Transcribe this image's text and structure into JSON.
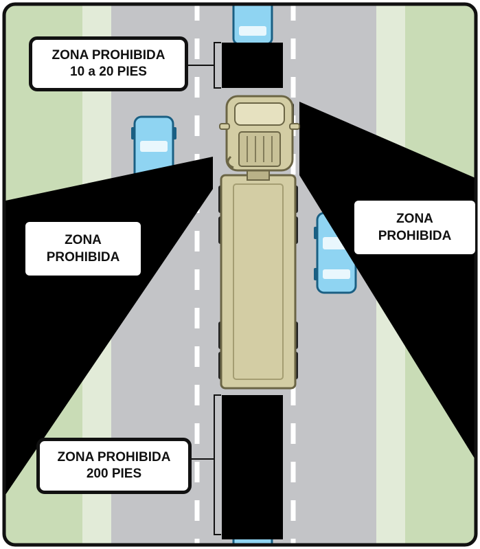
{
  "labels": {
    "front_zone": {
      "line1": "ZONA PROHIBIDA",
      "line2": "10 a 20 PIES"
    },
    "left_zone": {
      "line1": "ZONA",
      "line2": "PROHIBIDA"
    },
    "right_zone": {
      "line1": "ZONA",
      "line2": "PROHIBIDA"
    },
    "rear_zone": {
      "line1": "ZONA PROHIBIDA",
      "line2": "200 PIES"
    }
  },
  "colors": {
    "grass": "#c9dcb6",
    "shoulder": "#e2ebd8",
    "road": "#c3c4c7",
    "lane_marking": "#ffffff",
    "no_zone": "#000000",
    "truck_body": "#d3cda4",
    "truck_outline": "#6b6545",
    "car_body": "#8fd4f2",
    "car_outline": "#1a5f83",
    "frame": "#111111"
  },
  "icons": [
    "semi-truck-icon",
    "car-icon"
  ]
}
